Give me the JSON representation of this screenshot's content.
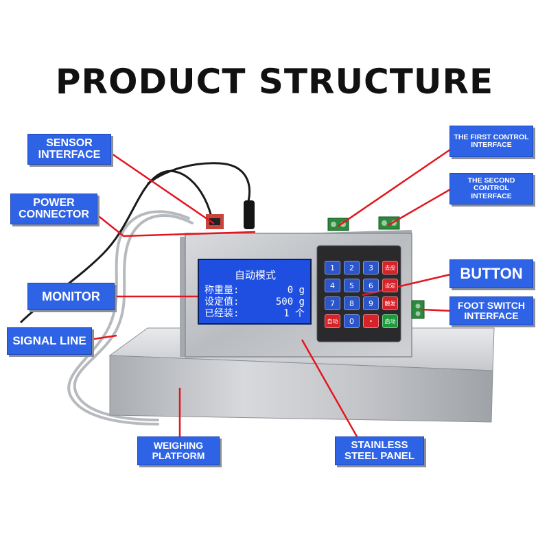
{
  "title": "PRODUCT STRUCTURE",
  "labels": {
    "sensor_interface": [
      "SENSOR",
      "INTERFACE"
    ],
    "power_connector": [
      "POWER",
      "CONNECTOR"
    ],
    "monitor": "MONITOR",
    "signal_line": "SIGNAL LINE",
    "weighing_platform": [
      "WEIGHING",
      "PLATFORM"
    ],
    "first_control": [
      "THE FIRST CONTROL",
      "INTERFACE"
    ],
    "second_control": [
      "THE SECOND",
      "CONTROL",
      "INTERFACE"
    ],
    "button": "BUTTON",
    "foot_switch": [
      "FOOT SWITCH",
      "INTERFACE"
    ],
    "stainless_panel": [
      "STAINLESS",
      "STEEL PANEL"
    ]
  },
  "lcd": {
    "mode": "自动模式",
    "weight_label": "称重量:",
    "weight_value": "0 g",
    "setpoint_label": "设定值:",
    "setpoint_value": "500 g",
    "count_label": "已经装:",
    "count_value": "1 个"
  },
  "keypad": {
    "keys": [
      "1",
      "2",
      "3",
      "去皮",
      "4",
      "5",
      "6",
      "设定",
      "7",
      "8",
      "9",
      "触发",
      "自动",
      "0",
      "•",
      "启动"
    ]
  },
  "colors": {
    "label_bg": "#2f63e6",
    "pointer_line": "#e3161f",
    "lcd_bg": "#1f4fe0"
  }
}
